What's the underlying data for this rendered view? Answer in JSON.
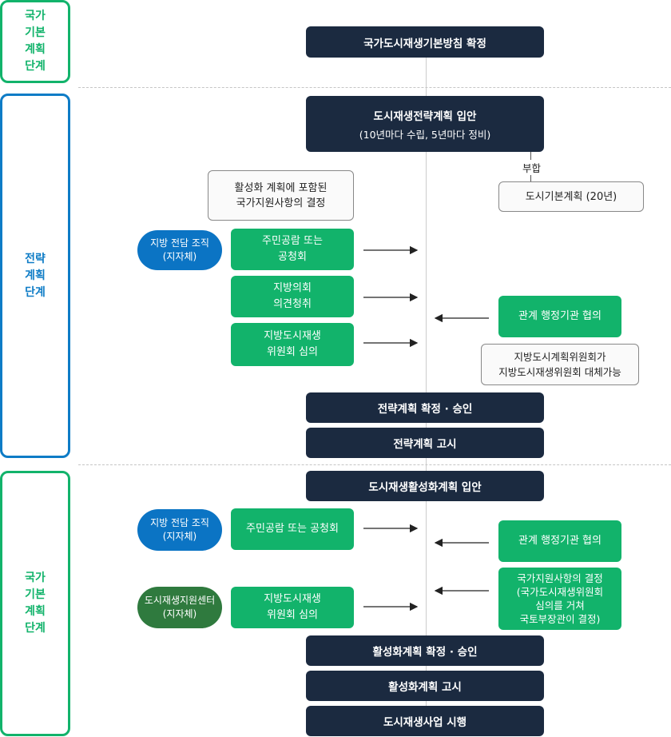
{
  "stages": {
    "national_top": "국가\n기본\n계획\n단계",
    "strategy": "전략\n계획\n단계",
    "national_bottom": "국가\n기본\n계획\n단계"
  },
  "section1": {
    "confirm_policy": "국가도시재생기본방침 확정"
  },
  "section2": {
    "strategy_plan_title": "도시재생전략계획 입안",
    "strategy_plan_sub": "(10년마다 수립, 5년마다 정비)",
    "conform_label": "부합",
    "basic_plan": "도시기본계획 (20년)",
    "revitalization_decision": "활성화 계획에 포함된\n국가지원사항의 결정",
    "local_org": "지방 전담 조직\n(지자체)",
    "public_hearing": "주민공람 또는\n공청회",
    "local_council": "지방의회\n의견청취",
    "local_committee": "지방도시재생\n위원회 심의",
    "agency_consult": "관계 행정기관 협의",
    "substitute_note": "지방도시계획위원회가\n지방도시재생위원회 대체가능",
    "strategy_confirm": "전략계획 확정 · 승인",
    "strategy_notice": "전략계획 고시"
  },
  "section3": {
    "revitalization_plan": "도시재생활성화계획 입안",
    "local_org": "지방 전담 조직\n(지자체)",
    "public_hearing": "주민공람 또는 공청회",
    "agency_consult": "관계 행정기관 협의",
    "support_center": "도시재생지원센터\n(지자체)",
    "local_committee": "지방도시재생\n위원회 심의",
    "national_decision": "국가지원사항의 결정\n(국가도시재생위원회\n심의를 거쳐\n국토부장관이  결정)",
    "revitalization_confirm": "활성화계획 확정 · 승인",
    "revitalization_notice": "활성화계획 고시",
    "project_execution": "도시재생사업 시행"
  },
  "colors": {
    "navy": "#1b2a40",
    "green": "#12b36b",
    "blue": "#0e7cc6",
    "dark_green": "#2f7a3e"
  }
}
